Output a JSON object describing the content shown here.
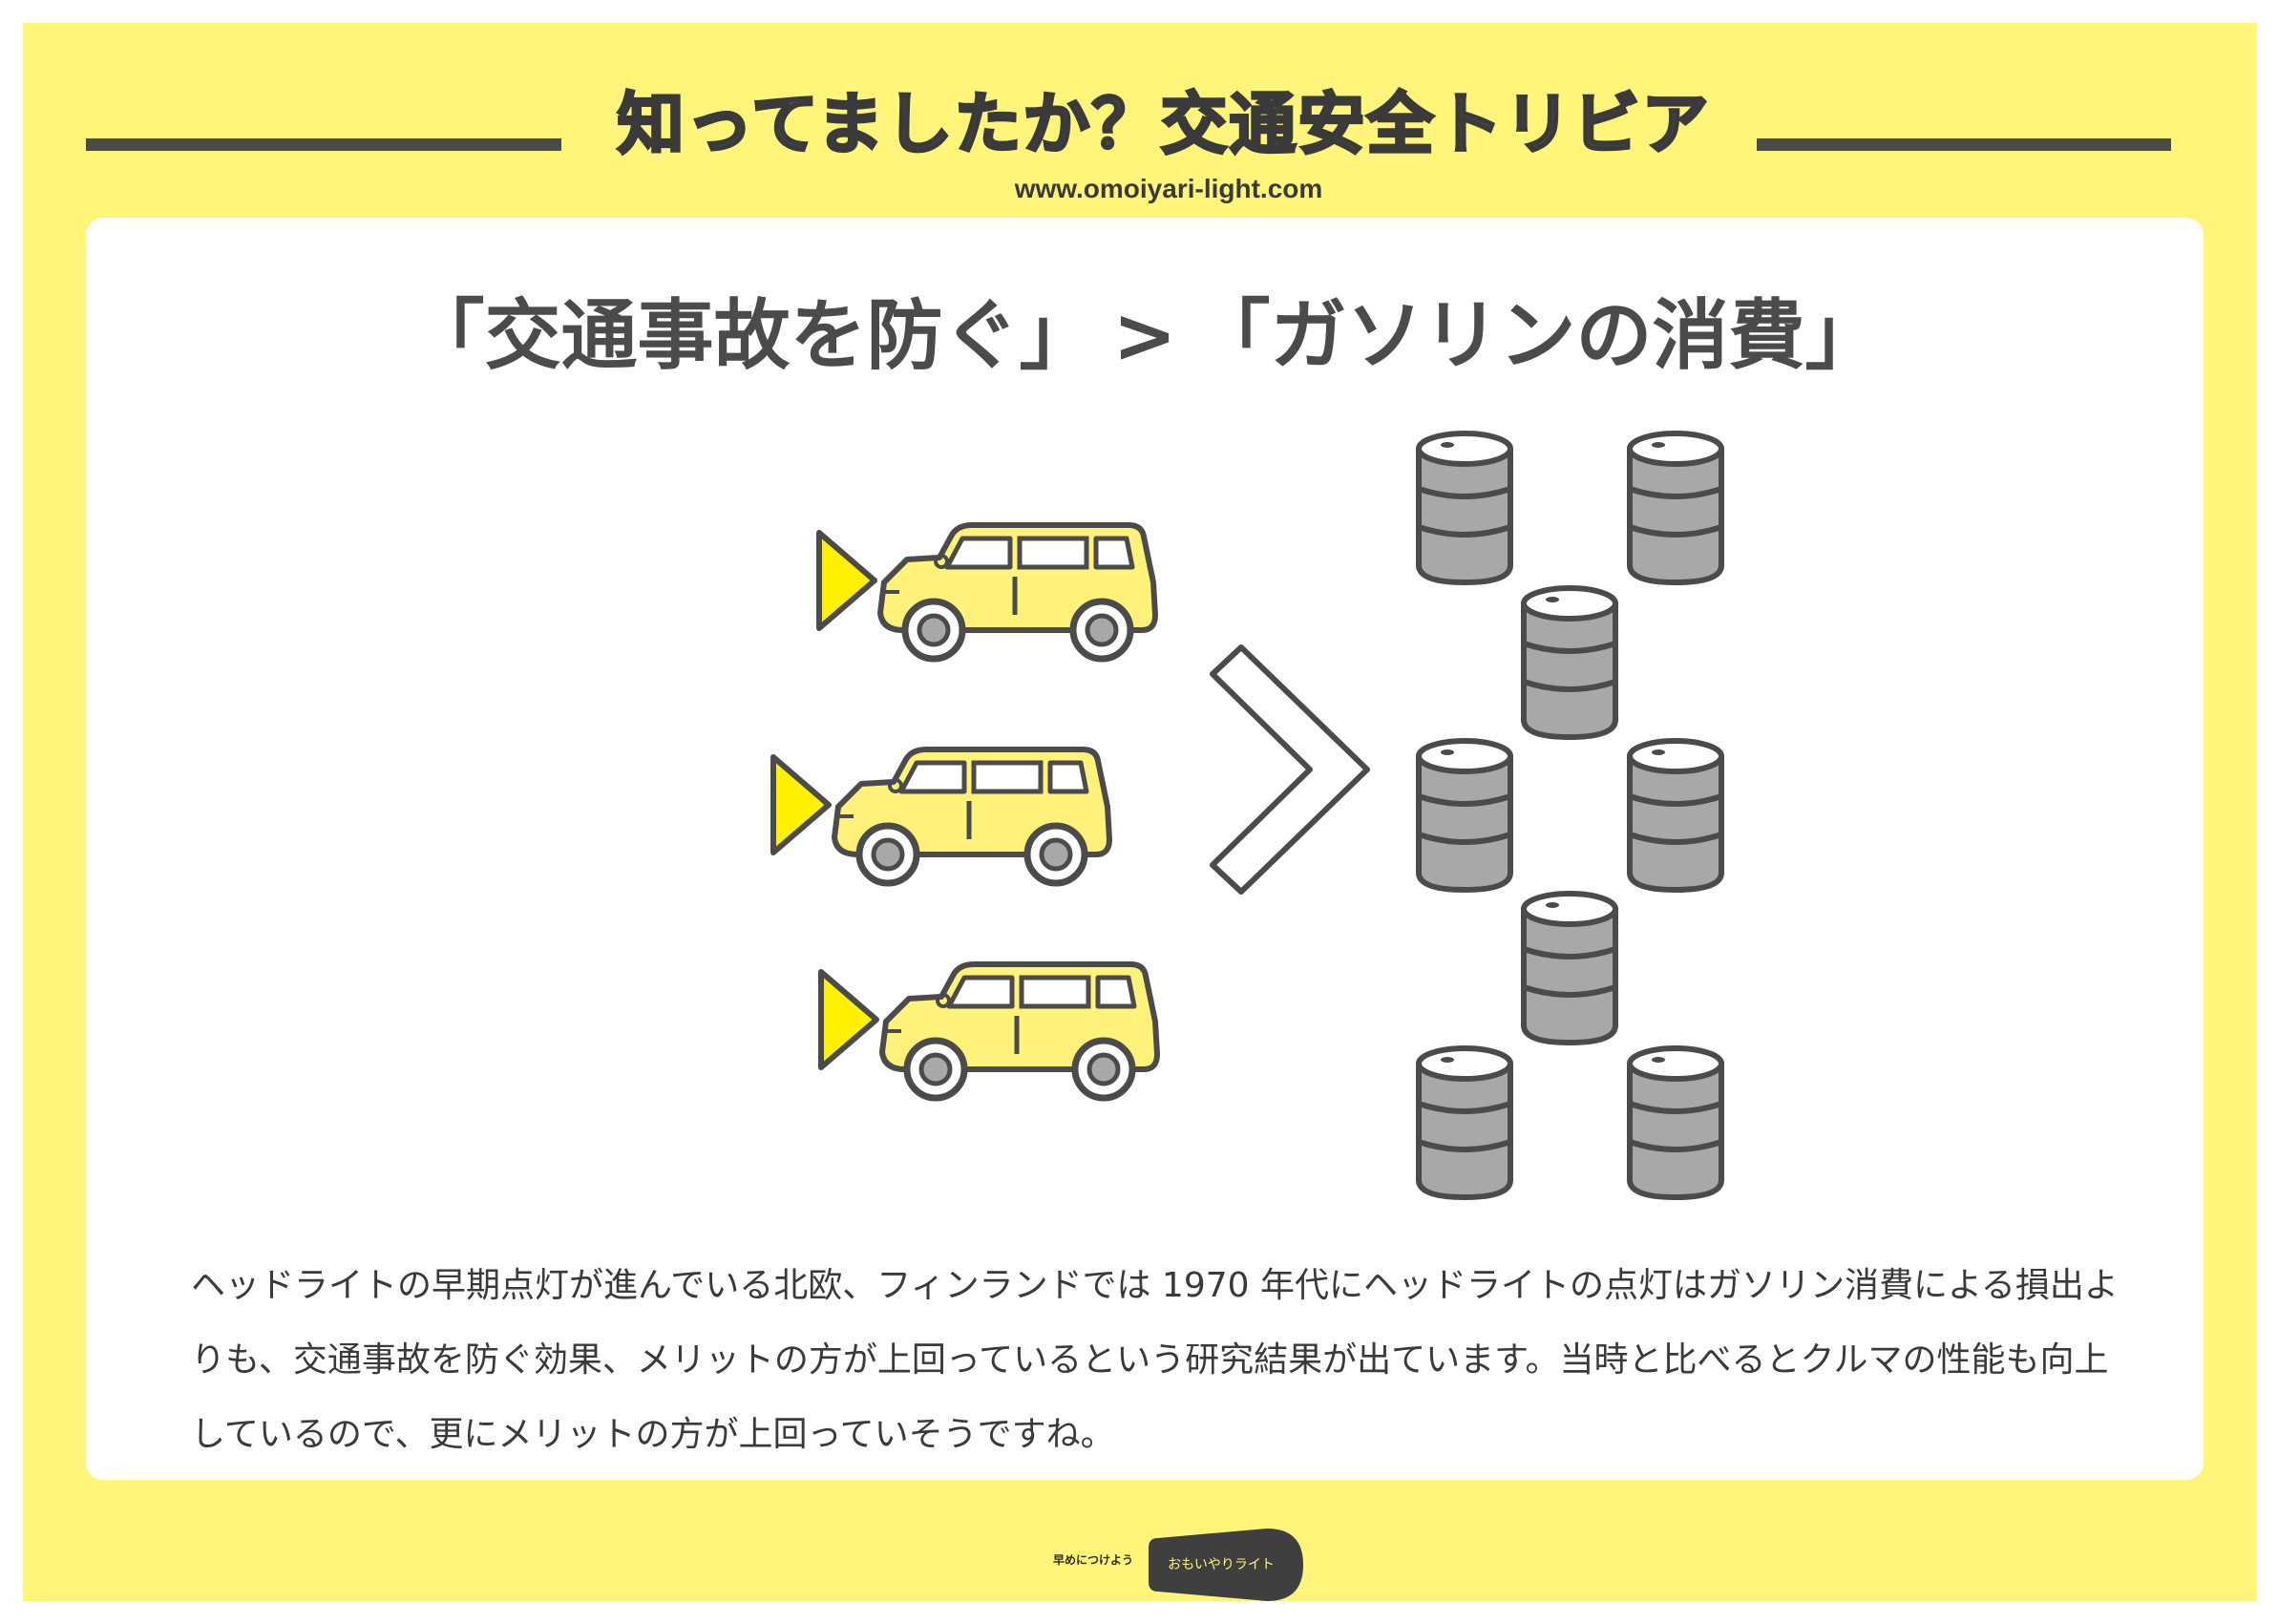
{
  "header": {
    "title": "知ってましたか？交通安全トリビア",
    "url": "www.omoiyari-light.com"
  },
  "headline": {
    "left": "「交通事故を防ぐ」",
    "comparator": ">",
    "right": "「ガソリンの消費」"
  },
  "illustration": {
    "cars": [
      "car-icon",
      "car-icon",
      "car-icon"
    ],
    "headlight_color": "#fff100",
    "car_color": "#fff27a",
    "barrel_color": "#a8a8a8",
    "barrel_count": 8,
    "arrow_icon": "greater-than-chevron-icon"
  },
  "body": {
    "text": "ヘッドライトの早期点灯が進んでいる北欧、フィンランドでは 1970 年代にヘッドライトの点灯はガソリン消費による損出よりも、交通事故を防ぐ効果、メリットの方が上回っているという研究結果が出ています。当時と比べるとクルマの性能も向上しているので、更にメリットの方が上回っていそうですね。"
  },
  "footer": {
    "tagline": "早めにつけよう",
    "brand": "おもいやりライト"
  },
  "colors": {
    "background": "#fff57a",
    "ink": "#4b4b4b",
    "card": "#ffffff"
  }
}
